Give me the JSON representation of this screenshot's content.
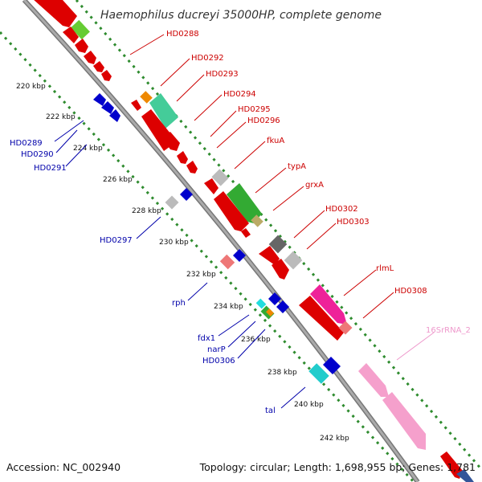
{
  "title": "Haemophilus ducreyi 35000HP, complete genome",
  "footer": {
    "accession": "Accession: NC_002940",
    "topology": "Topology: circular; Length: 1,698,955 bp; Genes: 1,781"
  },
  "kbp_labels": [
    "220 kbp",
    "222 kbp",
    "224 kbp",
    "226 kbp",
    "228 kbp",
    "230 kbp",
    "232 kbp",
    "234 kbp",
    "236 kbp",
    "238 kbp",
    "240 kbp",
    "242 kbp"
  ],
  "gene_labels_forward": [
    "HD0288",
    "HD0292",
    "HD0293",
    "HD0294",
    "HD0295",
    "HD0296",
    "fkuA",
    "typA",
    "grxA",
    "HD0302",
    "HD0303",
    "rlmL",
    "HD0308",
    "16SrRNA_2"
  ],
  "gene_labels_reverse": [
    "HD0289",
    "HD0290",
    "HD0291",
    "HD0297",
    "rph",
    "fdx1",
    "narP",
    "HD0306",
    "tal"
  ],
  "colors": {
    "forward": "#cc0000",
    "reverse": "#0000aa",
    "rrna": "#ee88cc",
    "backbone": "#9a9a9a",
    "tick": "#2e8b2e"
  }
}
